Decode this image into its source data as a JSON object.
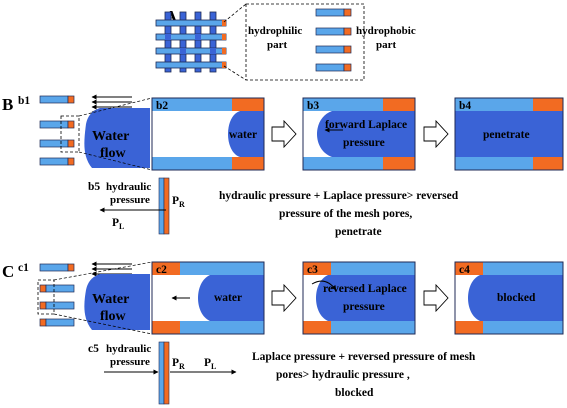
{
  "panel_a": {
    "label": "A",
    "hydrophilic": [
      "hydrophilic",
      "part"
    ],
    "hydrophobic": [
      "hydrophobic",
      "part"
    ]
  },
  "panel_b": {
    "label": "B",
    "sub1": "b1",
    "sub2": "b2",
    "sub3": "b3",
    "sub4": "b4",
    "sub5": "b5",
    "water_flow": [
      "Water",
      "flow"
    ],
    "water": "water",
    "forward_laplace": [
      "forward Laplace",
      "pressure"
    ],
    "penetrate": "penetrate",
    "hydraulic": [
      "hydraulic",
      "pressure"
    ],
    "pr": "P",
    "pr_sub": "R",
    "pl": "P",
    "pl_sub": "L",
    "note": [
      "hydraulic pressure + Laplace pressure> reversed",
      "pressure of the mesh pores,",
      "penetrate"
    ]
  },
  "panel_c": {
    "label": "C",
    "sub1": "c1",
    "sub2": "c2",
    "sub3": "c3",
    "sub4": "c4",
    "sub5": "c5",
    "water_flow": [
      "Water",
      "flow"
    ],
    "water": "water",
    "reversed_laplace": [
      "reversed Laplace",
      "pressure"
    ],
    "blocked": "blocked",
    "hydraulic": [
      "hydraulic",
      "pressure"
    ],
    "pr": "P",
    "pr_sub": "R",
    "pl": "P",
    "pl_sub": "L",
    "note": [
      "Laplace pressure + reversed pressure of mesh",
      "pores> hydraulic pressure ,",
      "blocked"
    ]
  },
  "colors": {
    "light_blue": "#5aa6ea",
    "dark_blue": "#3a63d6",
    "orange": "#f26b22",
    "outline": "#1f2a55"
  }
}
